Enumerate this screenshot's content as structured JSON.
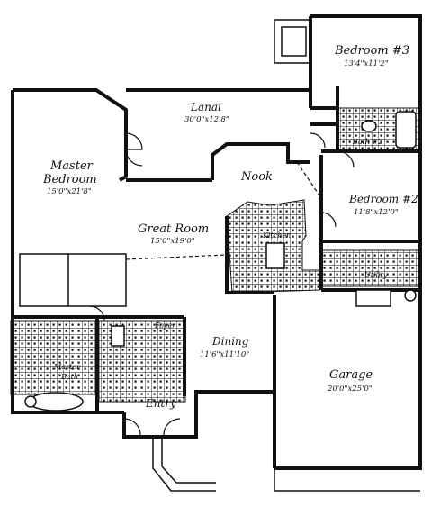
{
  "rooms": {
    "bedroom3": {
      "name": "Bedroom #3",
      "dims": "13'4\"x11'2\""
    },
    "lanai": {
      "name": "Lanai",
      "dims": "30'0\"x12'8\""
    },
    "bath2": {
      "name": "Bath #2"
    },
    "master_bedroom": {
      "name_line1": "Master",
      "name_line2": "Bedroom",
      "dims": "15'0\"x21'8\""
    },
    "nook": {
      "name": "Nook"
    },
    "bedroom2": {
      "name": "Bedroom #2",
      "dims": "11'8\"x12'0\""
    },
    "great_room": {
      "name": "Great Room",
      "dims": "15'0\"x19'0\""
    },
    "kitchen": {
      "name": "Kitchen"
    },
    "utility": {
      "name": "Utility"
    },
    "foyer": {
      "name": "Foyer"
    },
    "dining": {
      "name": "Dining",
      "dims": "11'6\"x11'10\""
    },
    "master_bath": {
      "name_line1": "Master",
      "name_line2": "Bath"
    },
    "garage": {
      "name": "Garage",
      "dims": "20'0\"x25'0\""
    },
    "entry": {
      "name": "Entry"
    }
  }
}
